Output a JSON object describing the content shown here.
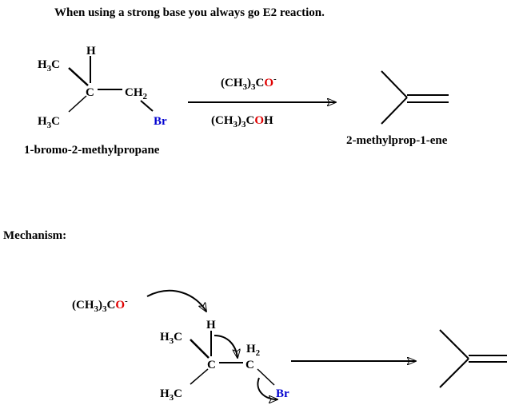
{
  "title": "When using a strong base you always go E2 reaction.",
  "reaction": {
    "reactant_name": "1-bromo-2-methylpropane",
    "product_name": "2-methylprop-1-ene",
    "atoms": {
      "H": "H",
      "C": "C",
      "CH": "CH",
      "two": "2",
      "H3C_H": "H",
      "three": "3",
      "Br": "Br"
    },
    "reagent_top": {
      "prefix": "(CH",
      "sub1": "3",
      "mid": ")",
      "sub2": "3",
      "C": "C",
      "O": "O",
      "charge": "-"
    },
    "reagent_bottom": {
      "prefix": "(CH",
      "sub1": "3",
      "mid": ")",
      "sub2": "3",
      "C": "C",
      "O": "O",
      "H": "H"
    }
  },
  "mechanism": {
    "label": "Mechanism:",
    "base": {
      "prefix": "(CH",
      "sub1": "3",
      "mid": ")",
      "sub2": "3",
      "C": "C",
      "O": "O",
      "charge": "-"
    }
  },
  "colors": {
    "oxygen": "#e00000",
    "bromine": "#0000d0"
  }
}
